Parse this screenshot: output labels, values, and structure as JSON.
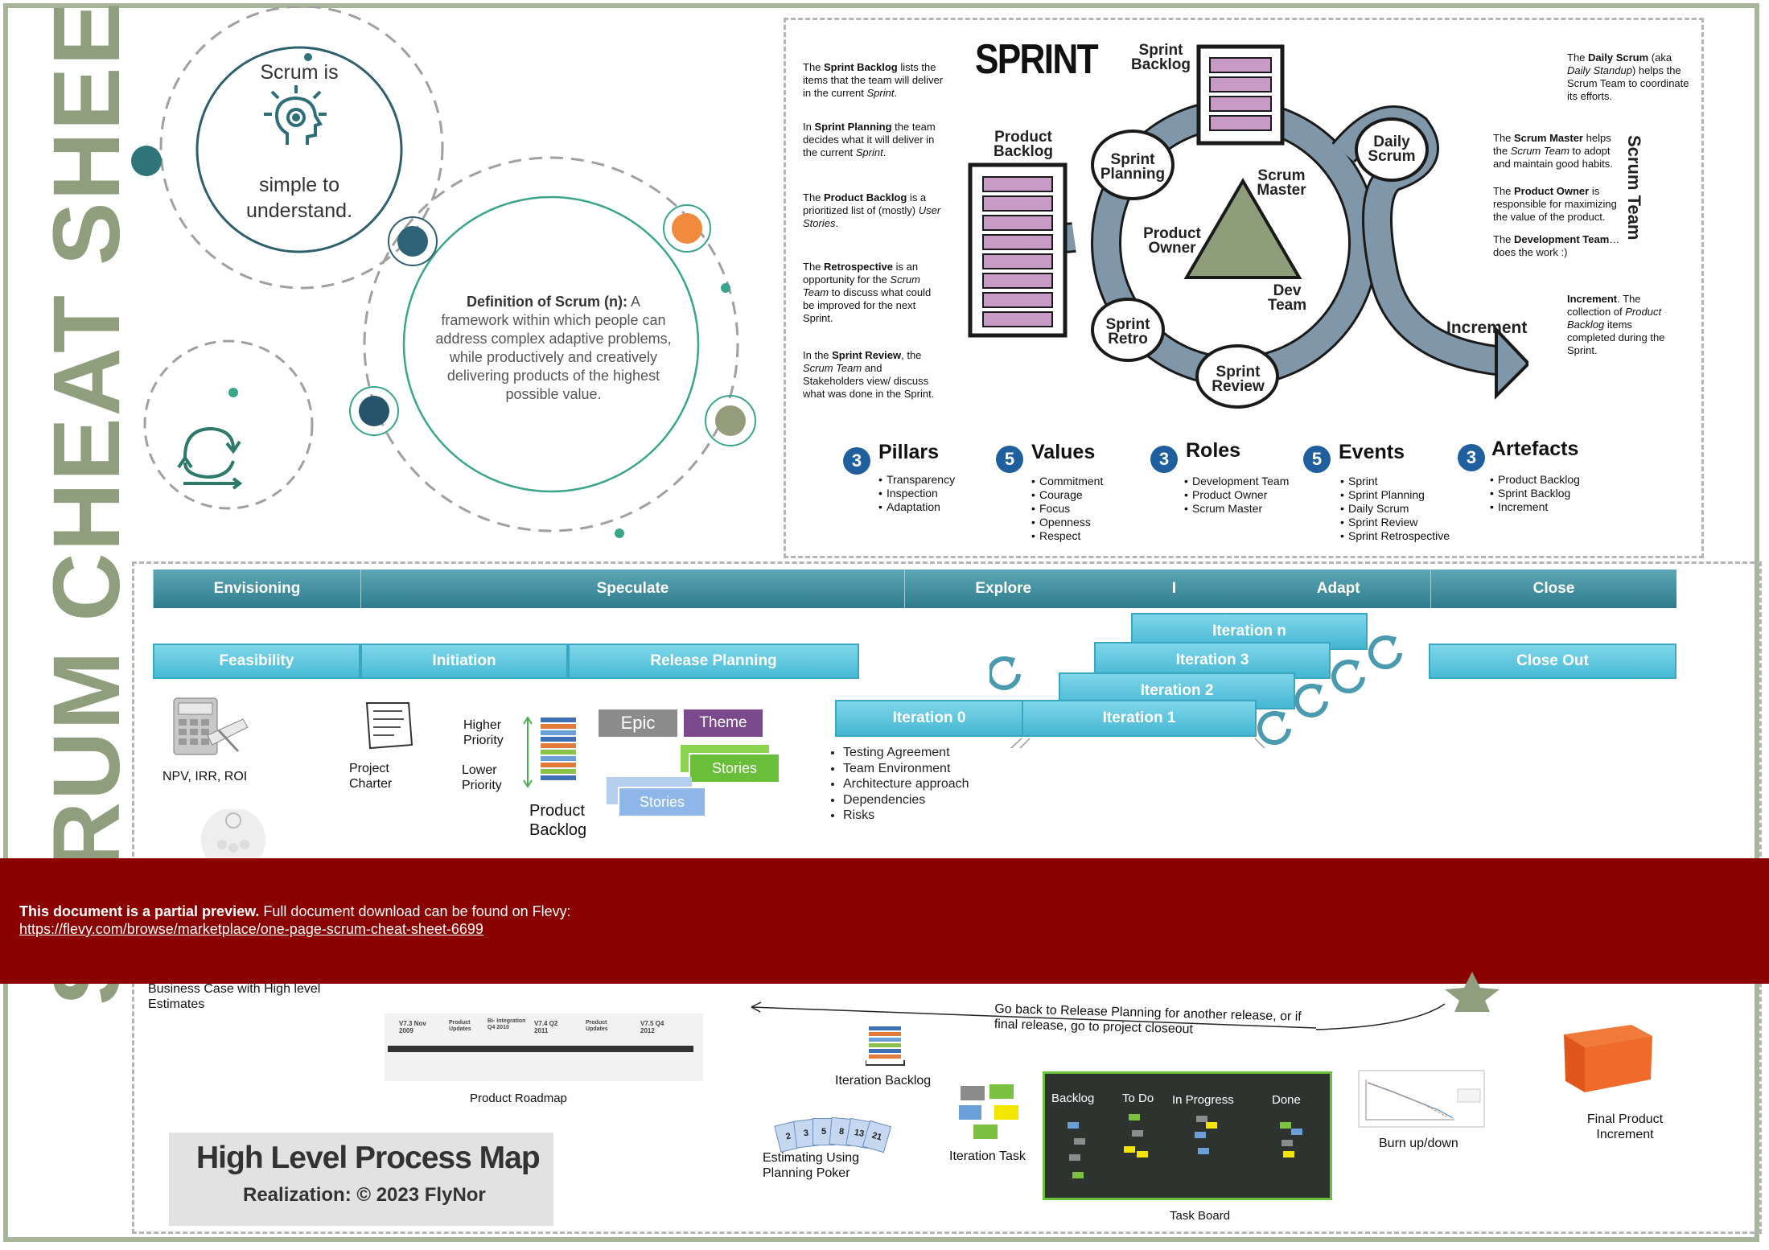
{
  "title": "SCRUM CHEAT SHEET",
  "circles": {
    "scrum_simple_top": "Scrum is",
    "scrum_simple_bottom": "simple to understand.",
    "definition_label": "Definition of Scrum (n):",
    "definition_text": " A framework within which people can address complex adaptive problems, while productively and creatively delivering products of the highest possible value."
  },
  "sprint": {
    "title": "SPRINT",
    "labels": {
      "sprint_backlog": "Sprint Backlog",
      "product_backlog": "Product Backlog",
      "sprint_planning": "Sprint Planning",
      "daily_scrum": "Daily Scrum",
      "scrum_master": "Scrum Master",
      "product_owner": "Product Owner",
      "dev_team": "Dev Team",
      "sprint_retro": "Sprint Retro",
      "sprint_review": "Sprint Review",
      "increment": "Increment",
      "scrum_team": "Scrum Team"
    }
  },
  "left_notes": [
    {
      "bold": "Sprint Backlog",
      "pre": "The ",
      "post": " lists the items that the team will deliver in the current ",
      "em": "Sprint",
      "end": "."
    },
    {
      "bold": "Sprint Planning",
      "pre": "In ",
      "post": " the team decides what it will deliver in the current ",
      "em": "Sprint",
      "end": "."
    },
    {
      "bold": "Product Backlog",
      "pre": "The ",
      "post": " is a prioritized list of (mostly) ",
      "em": "User Stories",
      "end": "."
    },
    {
      "bold": "Retrospective",
      "pre": "The ",
      "post": " is an opportunity for the ",
      "em": "Scrum Team",
      "end": " to discuss what could be improved for the next Sprint."
    },
    {
      "bold": "Sprint Review",
      "pre": "In the ",
      "post": ", the ",
      "em": "Scrum Team",
      "end": " and Stakeholders view/ discuss what was done in the Sprint."
    }
  ],
  "right_notes": [
    {
      "bold": "Daily Scrum",
      "pre": "The ",
      "post": " (aka ",
      "em": "Daily Standup",
      "end": ") helps the Scrum Team to coordinate its efforts."
    },
    {
      "bold": "Scrum Master",
      "pre": "The ",
      "post": " helps the ",
      "em": "Scrum Team",
      "end": " to adopt and maintain good habits."
    },
    {
      "bold": "Product Owner",
      "pre": "The ",
      "post": " is responsible for maximizing the value of the product.",
      "em": "",
      "end": ""
    },
    {
      "bold": "Development Team",
      "pre": "The ",
      "post": "… does the work :)",
      "em": "",
      "end": ""
    },
    {
      "bold": "Increment",
      "pre": "",
      "post": ". The collection of ",
      "em": "Product Backlog",
      "end": " items completed during the Sprint."
    }
  ],
  "categories": [
    {
      "num": "3",
      "name": "Pillars",
      "items": [
        "Transparency",
        "Inspection",
        "Adaptation"
      ]
    },
    {
      "num": "5",
      "name": "Values",
      "items": [
        "Commitment",
        "Courage",
        "Focus",
        "Openness",
        "Respect"
      ]
    },
    {
      "num": "3",
      "name": "Roles",
      "items": [
        "Development Team",
        "Product Owner",
        "Scrum Master"
      ]
    },
    {
      "num": "5",
      "name": "Events",
      "items": [
        "Sprint",
        "Sprint Planning",
        "Daily Scrum",
        "Sprint Review",
        "Sprint Retrospective"
      ]
    },
    {
      "num": "3",
      "name": "Artefacts",
      "items": [
        "Product Backlog",
        "Sprint Backlog",
        "Increment"
      ]
    }
  ],
  "phases": [
    "Envisioning",
    "Speculate",
    "Explore",
    "I",
    "Adapt",
    "Close"
  ],
  "stages": [
    "Feasibility",
    "Initiation",
    "Release Planning",
    "Close Out"
  ],
  "iterations": [
    "Iteration 0",
    "Iteration 1",
    "Iteration 2",
    "Iteration 3",
    "Iteration n"
  ],
  "iteration0_items": [
    "Testing Agreement",
    "Team Environment",
    "Architecture approach",
    "Dependencies",
    "Risks"
  ],
  "process_labels": {
    "npv": "NPV, IRR, ROI",
    "project_charter": "Project Charter",
    "higher_priority": "Higher Priority",
    "lower_priority": "Lower Priority",
    "product_backlog": "Product Backlog",
    "epic": "Epic",
    "theme": "Theme",
    "stories_green": "Stories",
    "stories_blue": "Stories",
    "business_case": "Business Case with High level Estimates",
    "go_back": "Go back to Release Planning for another release, or if final release, go to project closeout",
    "product_roadmap": "Product Roadmap",
    "iteration_backlog": "Iteration Backlog",
    "estimating": "Estimating Using Planning Poker",
    "iteration_task": "Iteration Task",
    "task_board": "Task Board",
    "burn": "Burn up/down",
    "final_product": "Final Product Increment"
  },
  "taskboard_columns": [
    "Backlog",
    "To Do",
    "In Progress",
    "Done"
  ],
  "poker_cards": [
    "2",
    "3",
    "5",
    "8",
    "13",
    "21"
  ],
  "roadmap_labels": [
    "V7.3 Nov 2009",
    "Product Updates",
    "Bi- Integration Q4 2010",
    "V7.4 Q2 2011",
    "Product Updates",
    "V7.5 Q4 2012"
  ],
  "process_map": {
    "title": "High Level Process Map",
    "subtitle": "Realization: © 2023 FlyNor"
  },
  "banner": {
    "bold": "This document is a partial preview.",
    "text": "  Full document download can be found on Flevy:",
    "link": "https://flevy.com/browse/marketplace/one-page-scrum-cheat-sheet-6699"
  },
  "colors": {
    "frame": "#a7b59a",
    "title": "#8f9e7c",
    "teal": "#2e6e78",
    "phase": "#2d7b8d",
    "stage": "#48bbd6",
    "banner": "#8b0000"
  }
}
